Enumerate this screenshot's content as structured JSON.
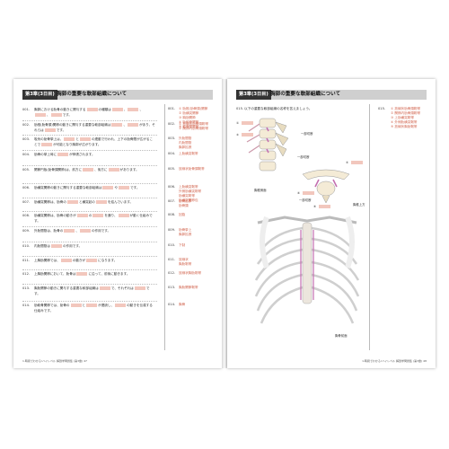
{
  "left_page": {
    "header_tag": "第3章(3日目)",
    "header_title": "胸郭の重要な軟部組織について",
    "questions": [
      {
        "num": "001.",
        "text": "胸郭における肋骨の動きに関与する□□の種類は□□、□□、□□、□□です。"
      },
      {
        "num": "002.",
        "text": "肋椎(肋骨頭)関節の動きに関与する重要な軟部組織は□□、□□があり、それらは□□です。"
      },
      {
        "num": "003.",
        "text": "吸気の肋骨挙上は、□□と□□の連動で行われ、上下の肋骨間が広がることで□□が可能となり胸郭が広がります。"
      },
      {
        "num": "004.",
        "text": "肋骨の挙上時に□□が伸張されます。"
      },
      {
        "num": "005.",
        "text": "関節円板(肋骨頭関節)は、前方に□□、後方に□□があります。"
      },
      {
        "num": "006.",
        "text": "肋横突関節の動きに関与する重要な軟部組織は□□や□□です。"
      },
      {
        "num": "007.",
        "text": "肋横突関節は、肋骨の□□と横突起の□□を結んでいます。"
      },
      {
        "num": "008.",
        "text": "肋横突関節は、肋骨の動きが□□の□□を通り、□□が動く仕組みです。"
      },
      {
        "num": "009.",
        "text": "外肋間筋は、肋骨の□□、□□の作用です。"
      },
      {
        "num": "010.",
        "text": "内肋間筋は□□の作用です。"
      },
      {
        "num": "011.",
        "text": "上胸肋関節では、□□の動きが□□になります。"
      },
      {
        "num": "012.",
        "text": "上胸肋関節において、肋骨は□□に沿って、前後に動きます。"
      },
      {
        "num": "013.",
        "text": "胸肋関節の動きに関与する重要な軟部組織は□□で、それぞれは□□です。"
      },
      {
        "num": "014.",
        "text": "肋軟骨関節では、肋骨の□□と□□が連続し、□□の動きを伝達する仕組みです。"
      }
    ],
    "answers": [
      {
        "num": "001.",
        "lines": [
          "① 肋椎(肋骨頭)関節",
          "② 肋横突関節",
          "③ 胸肋関節",
          "④ 肋軟骨関節",
          "⑤ 軟骨間関節"
        ]
      },
      {
        "num": "002.",
        "lines": [
          "① 放線状肋骨頭靭帯",
          "② 関節内肋骨頭靭帯"
        ]
      },
      {
        "num": "003.",
        "lines": [
          "外肋間筋",
          "内肋間筋",
          "胸郭拡張"
        ]
      },
      {
        "num": "004.",
        "lines": [
          "上肋横突靭帯"
        ]
      },
      {
        "num": "005.",
        "lines": [
          "放線状肋骨頭靭帯"
        ]
      },
      {
        "num": "006.",
        "lines": [
          "上肋横突靭帯",
          "外側肋横突靭帯",
          "肋横突靭帯",
          "肋横突関節包"
        ]
      },
      {
        "num": "007.",
        "lines": [
          "肋骨結節",
          "肋骨頸"
        ]
      },
      {
        "num": "008.",
        "lines": [
          "回旋"
        ]
      },
      {
        "num": "009.",
        "lines": [
          "肋骨挙上",
          "胸郭拡張"
        ]
      },
      {
        "num": "010.",
        "lines": [
          "下制"
        ]
      },
      {
        "num": "011.",
        "lines": [
          "放線状",
          "胸肋靭帯"
        ]
      },
      {
        "num": "012.",
        "lines": [
          "放線状胸肋靭帯"
        ]
      },
      {
        "num": "013.",
        "lines": [
          "胸肋関節靭帯"
        ]
      },
      {
        "num": "014.",
        "lines": [
          "胸骨"
        ]
      }
    ],
    "footer": "1.時間でわかる!ハイレベル 解剖学問題集 (第3章) 47"
  },
  "right_page": {
    "header_tag": "第3章(3日目)",
    "header_title": "胸郭の重要な軟部組織について",
    "question_num": "015.",
    "question_text": "以下の重要な軟部組織の名称を答えましょう。",
    "answer_num": "015.",
    "answers": [
      "① 放線状肋骨頭靭帯",
      "② 関節内肋骨頭靭帯",
      "③ 上肋横突靭帯",
      "④ 外側肋横突靭帯",
      "⑤ 放線状胸肋靭帯"
    ],
    "fig_labels": {
      "one": "①",
      "two": "②",
      "three": "③",
      "four": "④",
      "five": "⑤",
      "seg1": "一部切断",
      "seg2": "一部切断",
      "seg3": "一部切断",
      "view1": "胸椎側面",
      "view2": "胸椎上方",
      "view3": "胸骨前面"
    },
    "footer": "1.時間でわかる!ハイレベル 解剖学問題集 (第3章) 48"
  },
  "colors": {
    "accent_red": "#d36a55",
    "blank_fill": "#f2c7bd",
    "header_bg": "#cfcfcf",
    "tag_bg": "#333333"
  }
}
